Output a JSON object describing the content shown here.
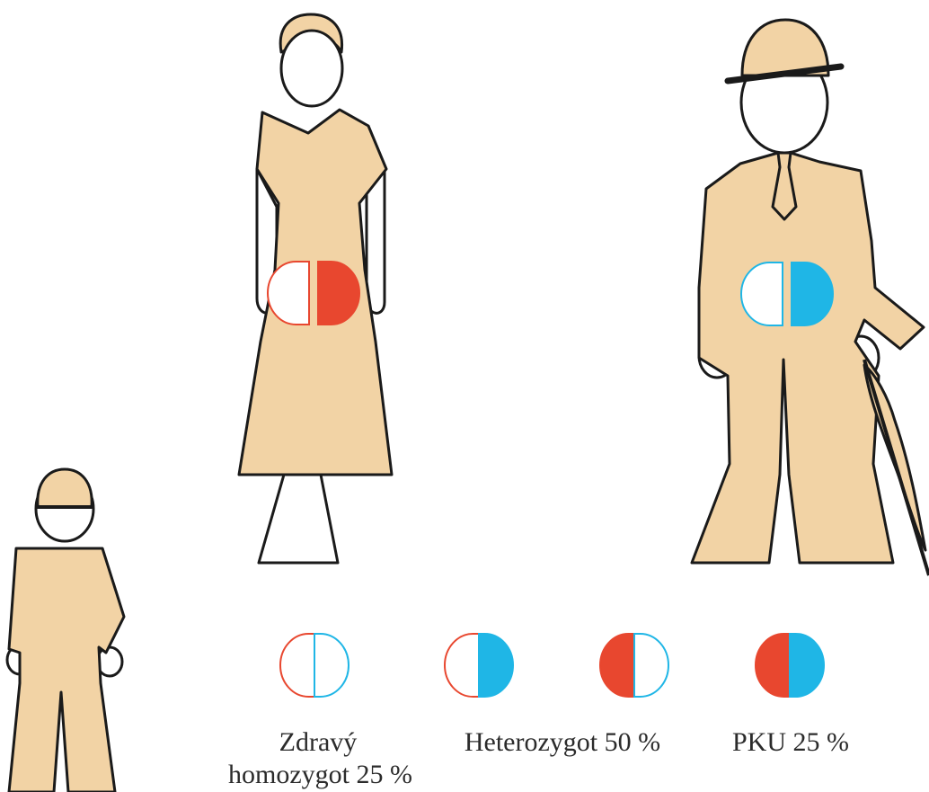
{
  "colors": {
    "skin": "#f2d3a5",
    "outline": "#1a1a1a",
    "red": "#e8472f",
    "blue": "#1fb6e6",
    "background": "#ffffff"
  },
  "parents": {
    "mother": {
      "genotype": "heterozygote",
      "left_allele": "normal",
      "right_allele": "pku"
    },
    "father": {
      "genotype": "heterozygote",
      "left_allele": "normal",
      "right_allele": "pku"
    }
  },
  "outcomes": [
    {
      "label_line1": "Zdravý",
      "label_line2": "homozygot 25 %",
      "left": "normal-red",
      "right": "normal-blue"
    },
    {
      "label_line1": "Heterozygot 50 %",
      "label_line2": "",
      "left": "normal-red",
      "right": "pku-blue"
    },
    {
      "label_line1": "",
      "label_line2": "",
      "left": "pku-red",
      "right": "normal-blue"
    },
    {
      "label_line1": "PKU 25 %",
      "label_line2": "",
      "left": "pku-red",
      "right": "pku-blue"
    }
  ]
}
